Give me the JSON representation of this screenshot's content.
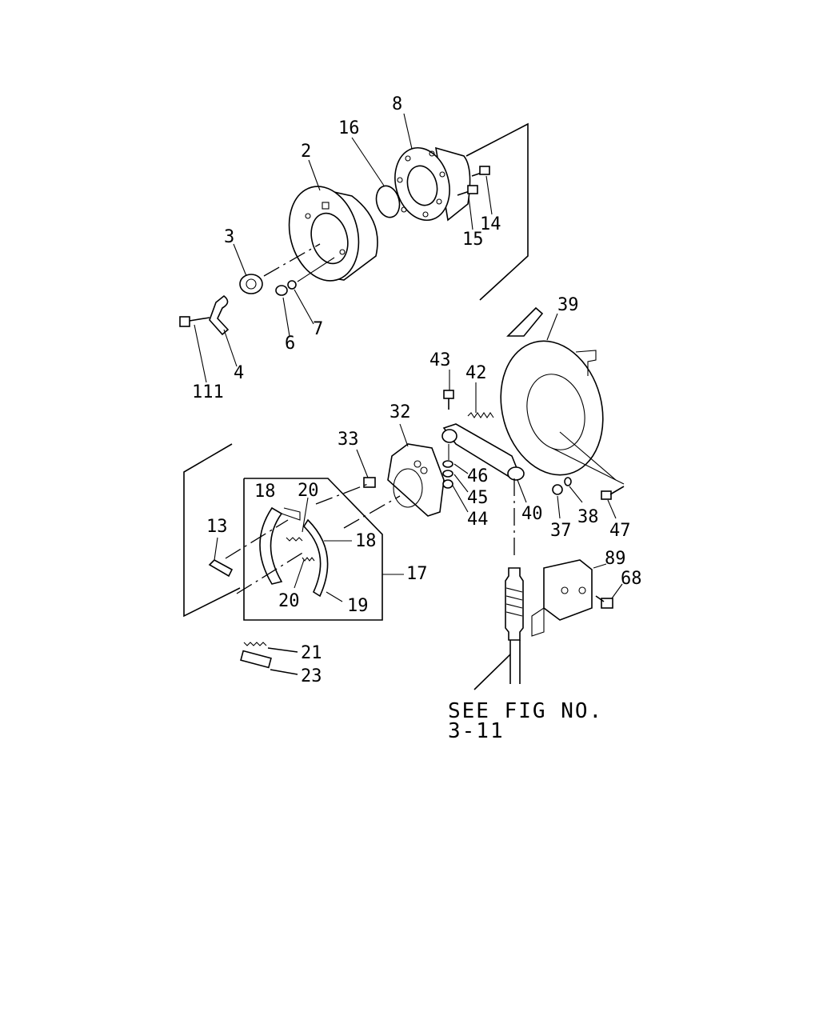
{
  "diagram": {
    "callouts": {
      "c8": "8",
      "c16": "16",
      "c2": "2",
      "c3": "3",
      "c14": "14",
      "c15": "15",
      "c6": "6",
      "c7": "7",
      "c4": "4",
      "c111": "111",
      "c39": "39",
      "c43": "43",
      "c42": "42",
      "c32": "32",
      "c33": "33",
      "c46": "46",
      "c45": "45",
      "c44": "44",
      "c40": "40",
      "c37": "37",
      "c38": "38",
      "c47": "47",
      "c18a": "18",
      "c20a": "20",
      "c13": "13",
      "c18b": "18",
      "c17": "17",
      "c20b": "20",
      "c19": "19",
      "c89": "89",
      "c68": "68",
      "c21": "21",
      "c23": "23"
    },
    "note": {
      "line1": "SEE FIG NO.",
      "line2": "3-11"
    }
  }
}
